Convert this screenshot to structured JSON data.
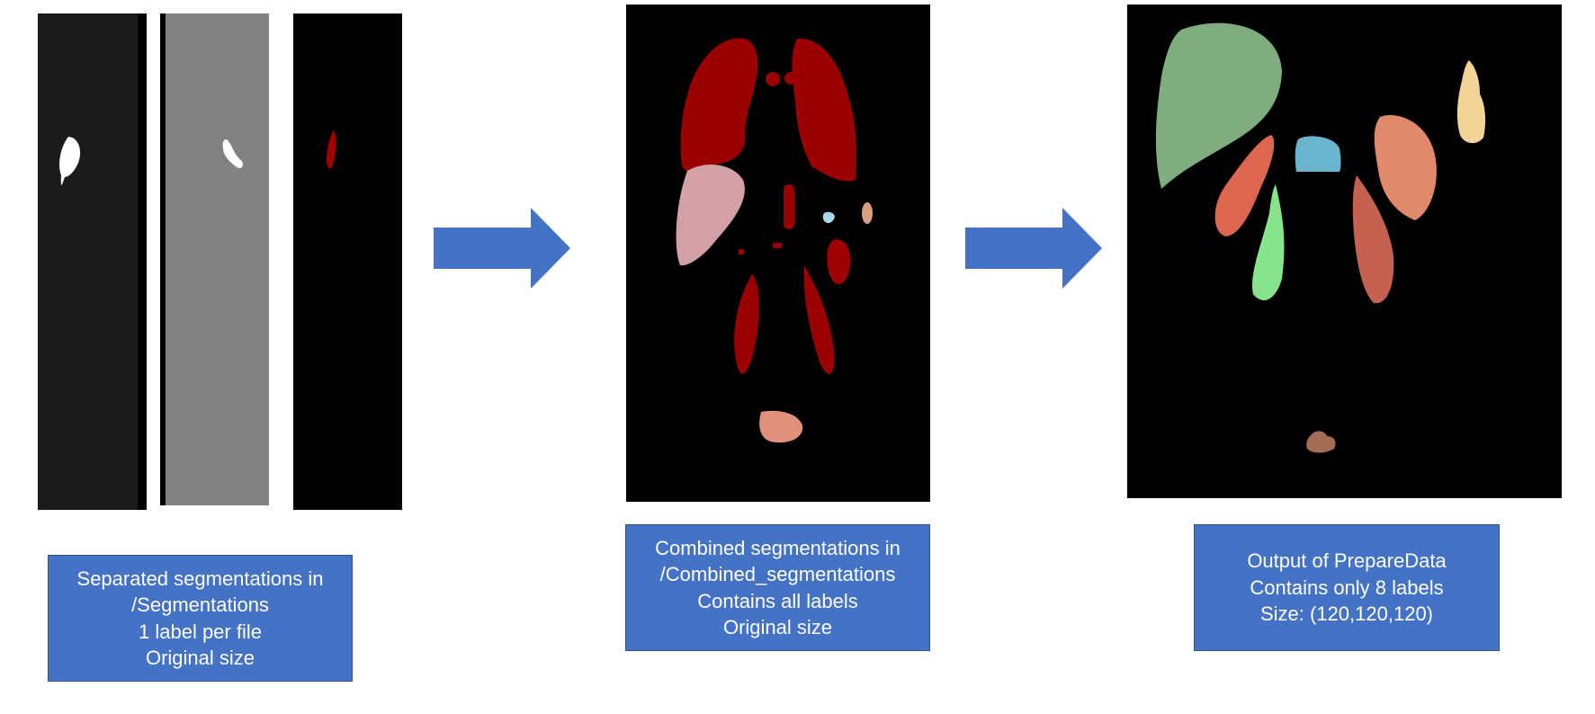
{
  "colors": {
    "caption_fill": "#4472c4",
    "arrow_fill": "#4472c4"
  },
  "captions": {
    "separated": [
      "Separated segmentations in",
      "/Segmentations",
      "1 label per file",
      "Original size"
    ],
    "combined": [
      "Combined segmentations in",
      "/Combined_segmentations",
      "Contains all labels",
      "Original size"
    ],
    "output": [
      "Output of PrepareData",
      "Contains only 8 labels",
      "Size: (120,120,120)"
    ]
  },
  "panels": {
    "separated": [
      "segmentation-file-1",
      "segmentation-file-2",
      "segmentation-file-3"
    ],
    "combined": "combined-segmentation-image",
    "output": "prepared-output-image"
  }
}
